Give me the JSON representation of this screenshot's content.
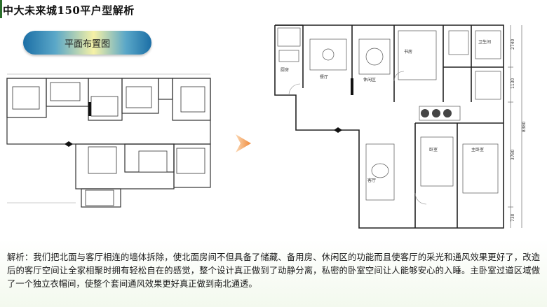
{
  "slide": {
    "title": "中大未来城150平户型解析",
    "section_label": "平面布置图",
    "description": "解析：我们把北面与客厅相连的墙体拆除，使北面房间不但具备了储藏、备用房、休闲区的功能而且使客厅的采光和通风效果更好了，改造后的客厅空间让全家相聚时拥有轻松自在的感觉，整个设计真正做到了动静分离，私密的卧室空间让人能够安心的入睡。主卧室过道区域做了一个独立衣帽间，使整个套间通风效果更好真正做到南北通透。"
  },
  "plan": {
    "dimensions": [
      "2740",
      "1130",
      "3780",
      "730",
      "8380"
    ],
    "room_labels": [
      "餐厅",
      "厨房",
      "客厅",
      "卧室",
      "主卧室",
      "卫生间",
      "休闲区",
      "书房"
    ]
  },
  "colors": {
    "accent_green": "#2a6e2a",
    "arrow_orange": "#f08a3a",
    "pill_blue": "#1c6fa6",
    "pill_yellow": "#f6f1a6"
  }
}
